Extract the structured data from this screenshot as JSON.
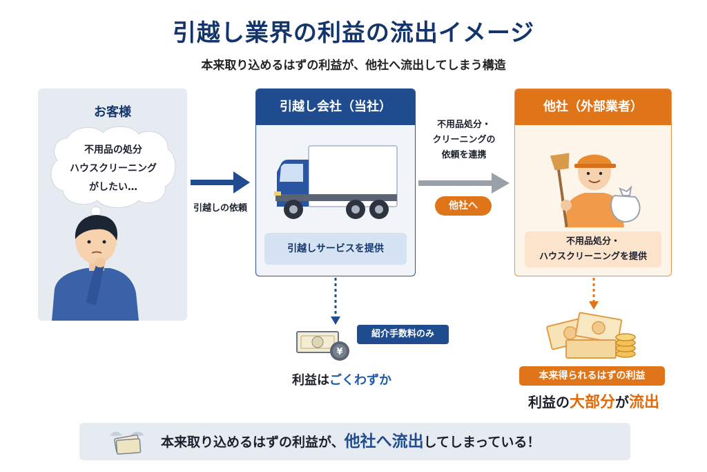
{
  "header": {
    "title": "引越し業界の利益の流出イメージ",
    "subtitle": "本来取り込めるはずの利益が、他社へ流出してしまう構造"
  },
  "customer": {
    "title": "お客様",
    "thought_line1": "不用品の処分",
    "thought_line2": "ハウスクリーニング",
    "thought_line3": "がしたい…"
  },
  "arrow_request": {
    "label": "引越しの依頼"
  },
  "our_company": {
    "title": "引越し会社（当社）",
    "service": "引越しサービスを提供"
  },
  "arrow_referral": {
    "label_line1": "不用品処分・",
    "label_line2": "クリーニングの",
    "label_line3": "依頼を連携",
    "pill": "他社へ"
  },
  "other_company": {
    "title": "他社（外部業者）",
    "service_line1": "不用品処分・",
    "service_line2": "ハウスクリーニングを提供"
  },
  "our_profit": {
    "badge": "紹介手数料のみ",
    "text_prefix": "利益は",
    "text_emphasis": "ごくわずか"
  },
  "lost_profit": {
    "badge": "本来得られるはずの利益",
    "text_prefix": "利益の",
    "text_emphasis1": "大部分",
    "text_middle": "が",
    "text_emphasis2": "流出"
  },
  "banner": {
    "text_prefix": "本来取り込めるはずの利益が、",
    "text_emphasis": "他社へ流出",
    "text_suffix": "してしまっている！"
  },
  "colors": {
    "navy": "#1f4c8f",
    "orange": "#e07418",
    "panel_gray": "#e6ebf2"
  }
}
